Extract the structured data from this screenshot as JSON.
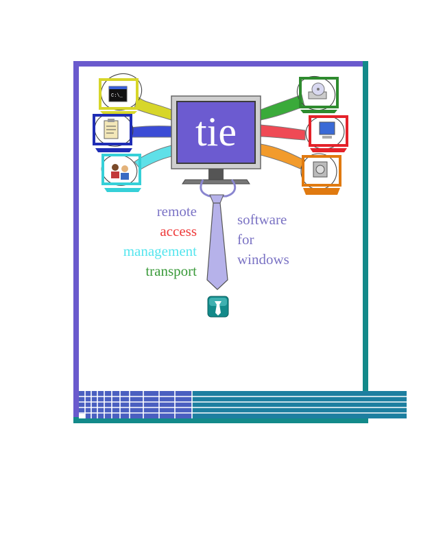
{
  "logo": {
    "title": "tie",
    "left_words": [
      {
        "text": "remote",
        "color": "#7c74c6"
      },
      {
        "text": "access",
        "color": "#ee3b3b"
      },
      {
        "text": "management",
        "color": "#55e5ee"
      },
      {
        "text": "transport",
        "color": "#3a9a3a"
      }
    ],
    "right_words": [
      "software",
      "for",
      "windows"
    ]
  },
  "colors": {
    "frame_purple": "#6a5acd",
    "frame_teal": "#138a8a",
    "monitor_fill": "#6c5bd0",
    "tie_fill": "#b6b2ea",
    "yellow": "#d7d62a",
    "blue": "#1f2db5",
    "cyan": "#36d0d8",
    "green": "#2e8b2e",
    "red": "#e4222a",
    "orange": "#e07a10"
  },
  "icons": [
    "command-prompt-icon",
    "clipboard-icon",
    "users-icon",
    "cd-drive-icon",
    "computer-icon",
    "disk-icon",
    "tie-badge-icon"
  ]
}
